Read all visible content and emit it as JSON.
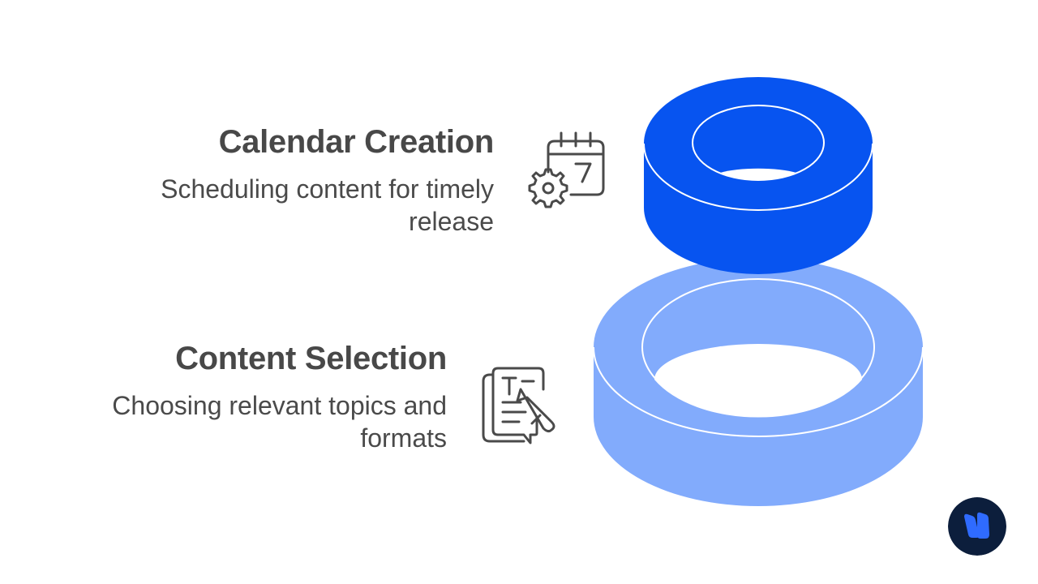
{
  "items": [
    {
      "title": "Calendar Creation",
      "description": "Scheduling content for timely release",
      "icon": "calendar-gear-icon",
      "color": "#0754f0"
    },
    {
      "title": "Content Selection",
      "description": "Choosing relevant topics and formats",
      "icon": "document-pencil-icon",
      "color": "#82abfc"
    }
  ],
  "logo": {
    "icon": "brand-logo-icon",
    "background": "#0c1e3c",
    "accent": "#2f6bff"
  }
}
